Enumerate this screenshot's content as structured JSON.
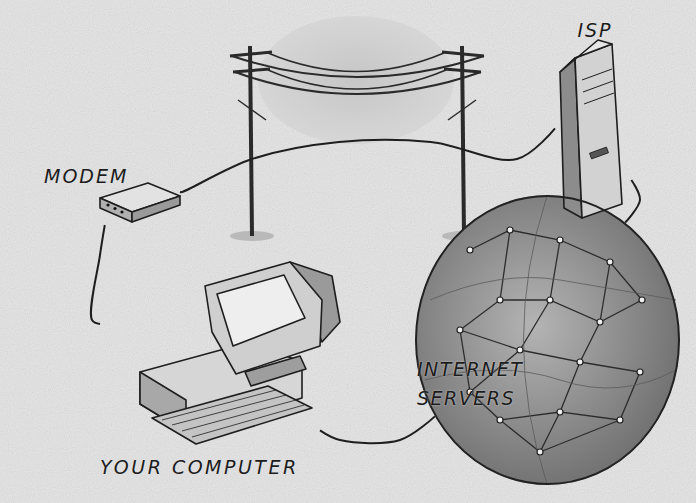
{
  "diagram": {
    "nodes": [
      {
        "text": [
          "ISP"
        ]
      },
      {
        "text": [
          "MODEM"
        ]
      },
      {
        "text": [
          "INTERNET SERVERS"
        ]
      },
      {
        "text": [
          "YOUR COMPUTER"
        ]
      }
    ],
    "edges": [
      {
        "from": 1,
        "to": 0,
        "arrow": "none"
      },
      {
        "from": 0,
        "to": 2,
        "arrow": "none"
      },
      {
        "from": 2,
        "to": 3,
        "arrow": "none"
      },
      {
        "from": 3,
        "to": 1,
        "arrow": "none"
      }
    ]
  }
}
